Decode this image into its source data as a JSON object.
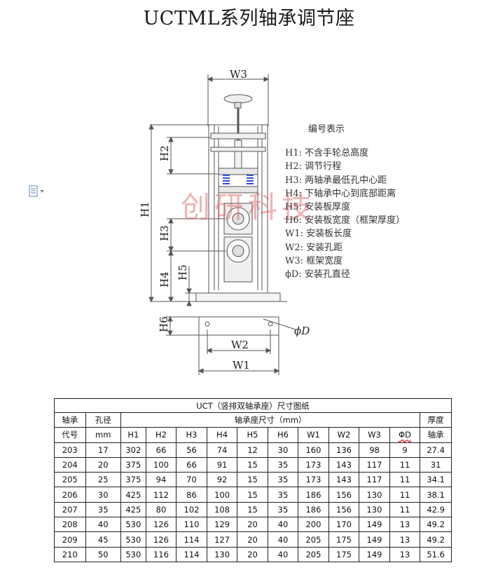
{
  "title": "UCTML系列轴承调节座",
  "drawing": {
    "labels": {
      "w3": "W3",
      "h1": "H1",
      "h2": "H2",
      "h3": "H3",
      "h4": "H4",
      "h5": "H5",
      "h6": "H6",
      "w1": "W1",
      "w2": "W2",
      "phi_d": "ϕD"
    }
  },
  "watermark": "创研科技",
  "legend": {
    "heading": "编号表示",
    "items": [
      {
        "key": "H1:",
        "text": "不含手轮总高度"
      },
      {
        "key": "H2:",
        "text": "调节行程"
      },
      {
        "key": "H3:",
        "text": "两轴承最低孔中心距"
      },
      {
        "key": "H4:",
        "text": "下轴承中心到底部距离"
      },
      {
        "key": "H5:",
        "text": "安装板厚度"
      },
      {
        "key": "H6:",
        "text": "安装板宽度（框架厚度）"
      },
      {
        "key": "W1:",
        "text": "安装板长度"
      },
      {
        "key": "W2:",
        "text": "安装孔距"
      },
      {
        "key": "W3:",
        "text": "框架宽度"
      },
      {
        "key": "ϕD:",
        "text": "安装孔直径"
      }
    ]
  },
  "table": {
    "caption": "UCT（竖排双轴承座）尺寸图纸",
    "col1_top": "轴承",
    "col1_bottom": "代号",
    "col2_top": "孔径",
    "col2_bottom": "mm",
    "group_header": "轴承座尺寸（mm）",
    "last_top": "厚度",
    "last_bottom": "轴承",
    "subheaders": [
      "H1",
      "H2",
      "H3",
      "H4",
      "H5",
      "H6",
      "W1",
      "W2",
      "W3",
      "ΦD"
    ],
    "rows": [
      [
        "203",
        "17",
        "302",
        "66",
        "56",
        "74",
        "12",
        "30",
        "160",
        "136",
        "98",
        "9",
        "27.4"
      ],
      [
        "204",
        "20",
        "375",
        "100",
        "66",
        "91",
        "15",
        "35",
        "173",
        "143",
        "117",
        "11",
        "31"
      ],
      [
        "205",
        "25",
        "375",
        "94",
        "70",
        "92",
        "15",
        "35",
        "173",
        "143",
        "117",
        "11",
        "34.1"
      ],
      [
        "206",
        "30",
        "425",
        "112",
        "86",
        "100",
        "15",
        "35",
        "186",
        "156",
        "130",
        "11",
        "38.1"
      ],
      [
        "207",
        "35",
        "425",
        "80",
        "102",
        "108",
        "15",
        "35",
        "186",
        "156",
        "130",
        "11",
        "42.9"
      ],
      [
        "208",
        "40",
        "530",
        "126",
        "110",
        "129",
        "20",
        "40",
        "200",
        "170",
        "149",
        "13",
        "49.2"
      ],
      [
        "209",
        "45",
        "530",
        "126",
        "114",
        "127",
        "20",
        "40",
        "205",
        "175",
        "149",
        "13",
        "49.2"
      ],
      [
        "210",
        "50",
        "530",
        "116",
        "114",
        "130",
        "20",
        "40",
        "205",
        "175",
        "149",
        "13",
        "51.6"
      ]
    ]
  }
}
